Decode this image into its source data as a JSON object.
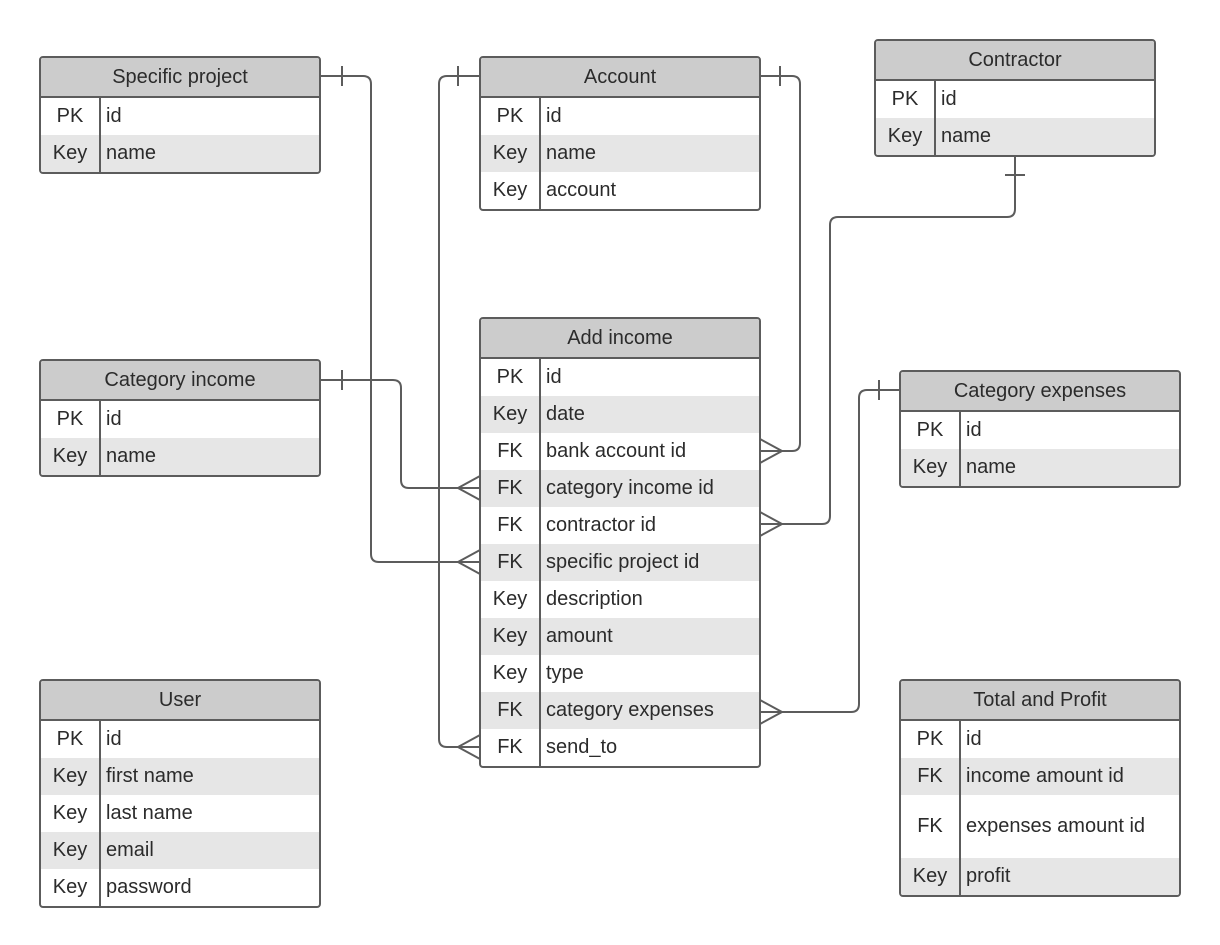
{
  "entities": {
    "specific_project": {
      "title": "Specific project",
      "rows": [
        {
          "key": "PK",
          "field": "id"
        },
        {
          "key": "Key",
          "field": "name"
        }
      ]
    },
    "account": {
      "title": "Account",
      "rows": [
        {
          "key": "PK",
          "field": "id"
        },
        {
          "key": "Key",
          "field": "name"
        },
        {
          "key": "Key",
          "field": "account"
        }
      ]
    },
    "contractor": {
      "title": "Contractor",
      "rows": [
        {
          "key": "PK",
          "field": "id"
        },
        {
          "key": "Key",
          "field": "name"
        }
      ]
    },
    "category_income": {
      "title": "Category income",
      "rows": [
        {
          "key": "PK",
          "field": "id"
        },
        {
          "key": "Key",
          "field": "name"
        }
      ]
    },
    "add_income": {
      "title": "Add income",
      "rows": [
        {
          "key": "PK",
          "field": "id"
        },
        {
          "key": "Key",
          "field": "date"
        },
        {
          "key": "FK",
          "field": "bank account id"
        },
        {
          "key": "FK",
          "field": "category income id"
        },
        {
          "key": "FK",
          "field": "contractor id"
        },
        {
          "key": "FK",
          "field": "specific project id"
        },
        {
          "key": "Key",
          "field": "description"
        },
        {
          "key": "Key",
          "field": "amount"
        },
        {
          "key": "Key",
          "field": "type"
        },
        {
          "key": "FK",
          "field": "category expenses"
        },
        {
          "key": "FK",
          "field": "send_to"
        }
      ]
    },
    "category_expenses": {
      "title": "Category expenses",
      "rows": [
        {
          "key": "PK",
          "field": "id"
        },
        {
          "key": "Key",
          "field": "name"
        }
      ]
    },
    "user": {
      "title": "User",
      "rows": [
        {
          "key": "PK",
          "field": "id"
        },
        {
          "key": "Key",
          "field": "first name"
        },
        {
          "key": "Key",
          "field": "last name"
        },
        {
          "key": "Key",
          "field": "email"
        },
        {
          "key": "Key",
          "field": "password"
        }
      ]
    },
    "total_and_profit": {
      "title": "Total and Profit",
      "rows": [
        {
          "key": "PK",
          "field": "id"
        },
        {
          "key": "FK",
          "field": "income amount id"
        },
        {
          "key": "FK",
          "field": "expenses amount id"
        },
        {
          "key": "Key",
          "field": "profit"
        }
      ]
    }
  },
  "colors": {
    "header_fill": "#cccccc",
    "alt_row_fill": "#e6e6e6",
    "border": "#5c5c5c",
    "connector": "#5c5c5c"
  }
}
